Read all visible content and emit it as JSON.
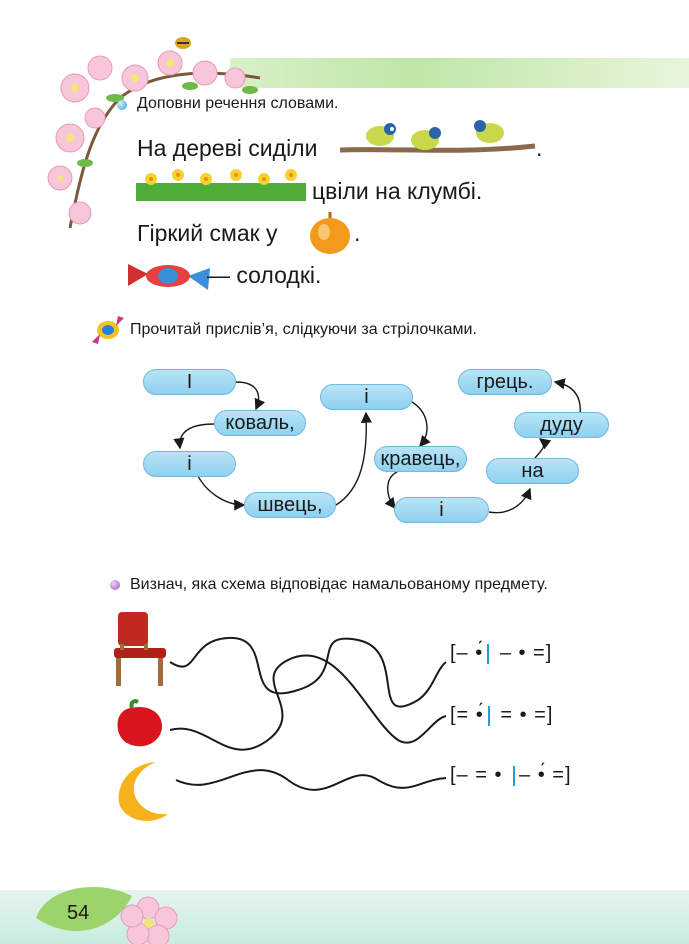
{
  "ex1": {
    "instruction": "Доповни речення словами.",
    "s1": "На дереві сиділи",
    "s1_end": ".",
    "s2": "цвіли  на  клумбі.",
    "s3": "Гіркий смак у",
    "s3_end": ".",
    "s4": "— солодкі."
  },
  "ex2": {
    "instruction": "Прочитай прислів’я, слідкуючи за стрілочками.",
    "words": [
      "І",
      "коваль,",
      "і",
      "швець,",
      "і",
      "кравець,",
      "і",
      "на",
      "дуду",
      "грець."
    ]
  },
  "ex3": {
    "instruction": "Визнач, яка схема відповідає намальованому предмету.",
    "schemes": [
      [
        "[– ",
        "•́",
        " – • =]"
      ],
      [
        "[= ",
        "•́",
        " = • =]"
      ],
      [
        "[– = • ",
        "",
        "– •́ =]"
      ]
    ]
  },
  "page_number": "54",
  "colors": {
    "pill": "#9fd8f2",
    "band": "#c6e9b0",
    "accent": "#1fa0d8"
  }
}
